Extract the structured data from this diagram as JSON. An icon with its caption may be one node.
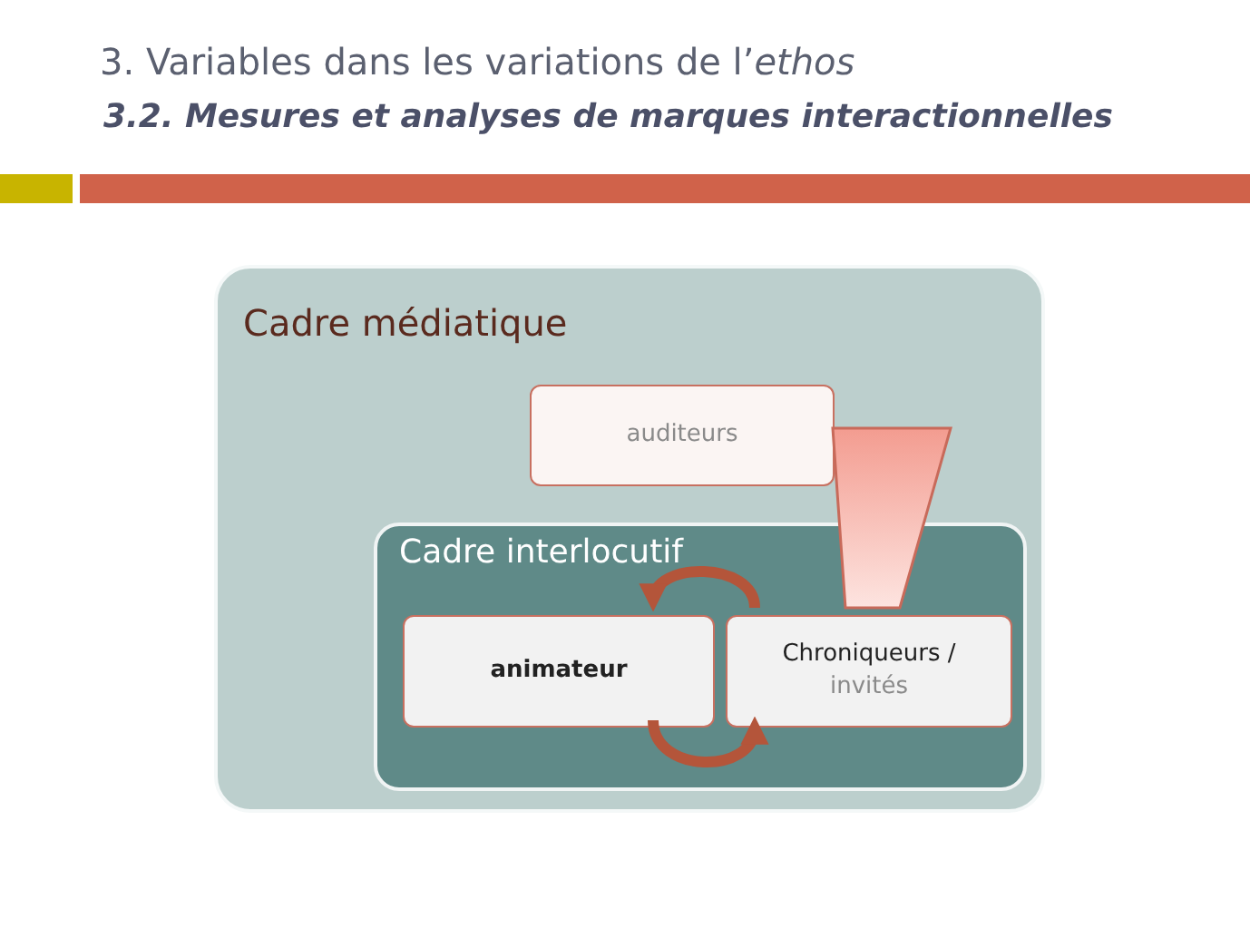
{
  "diagram": {
    "title": "3. Variables dans les variations de l’*ethos*",
    "nodes": [
      {
        "text": [
          "Cadre médiatique"
        ]
      },
      {
        "text": [
          "auditeurs"
        ],
        "in": 0
      },
      {
        "text": [
          "Cadre interlocutif"
        ],
        "in": 0
      },
      {
        "text": [
          "animateur"
        ],
        "in": 2
      },
      {
        "text": [
          "Chroniqueurs /",
          "invités"
        ],
        "in": 2
      }
    ],
    "edges": [
      {
        "from": 1,
        "to": 4,
        "arrow": "none",
        "style": "thick"
      },
      {
        "from": 4,
        "to": 3,
        "arrow": "to"
      },
      {
        "from": 3,
        "to": 4,
        "arrow": "to"
      }
    ],
    "labels": [
      "3.2. Mesures et analyses de marques interactionnelles"
    ]
  }
}
